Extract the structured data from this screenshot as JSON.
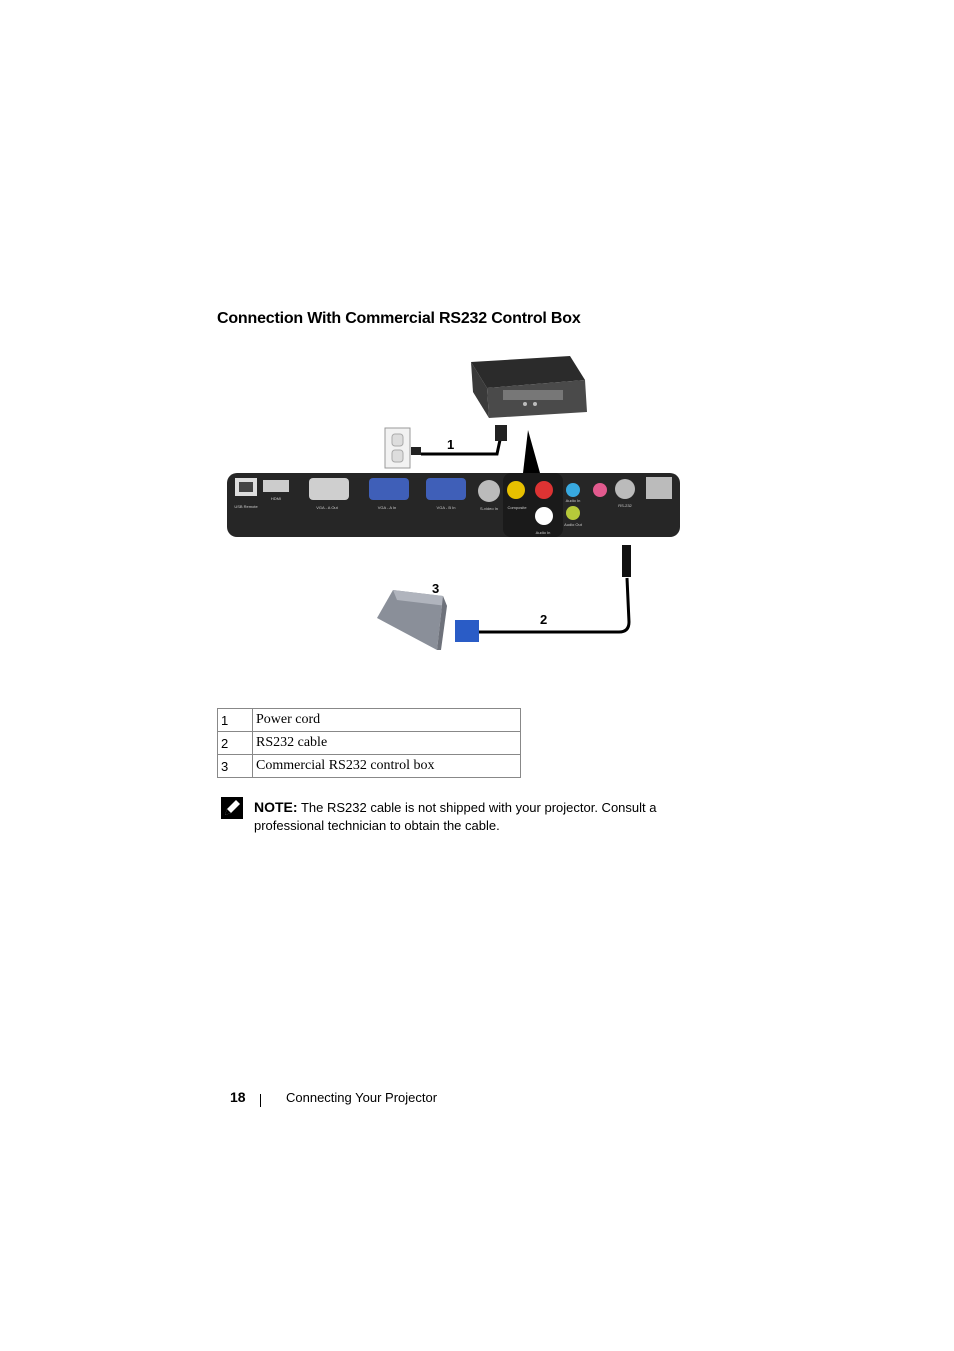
{
  "heading": "Connection With Commercial RS232 Control Box",
  "callouts": [
    "1",
    "2",
    "3"
  ],
  "legend": [
    {
      "num": "1",
      "label": "Power cord"
    },
    {
      "num": "2",
      "label": "RS232 cable"
    },
    {
      "num": "3",
      "label": "Commercial RS232 control box"
    }
  ],
  "note": {
    "label": "NOTE:",
    "text": " The RS232 cable is not shipped with your projector. Consult a professional technician to obtain the cable."
  },
  "footer": {
    "page_number": "18",
    "section": "Connecting Your Projector"
  },
  "panel_labels": {
    "usb": "USB Remote",
    "hdmi": "HDMI",
    "vga_out": "VGA - A Out",
    "vga_a_in": "VGA - A In",
    "vga_b_in": "VGA - B In",
    "svideo": "S-video In",
    "composite": "Composite",
    "audio_in_left": "Audio In",
    "audio_in_right": "Audio In",
    "audio_out": "Audio Out",
    "rs232": "RS-232"
  }
}
